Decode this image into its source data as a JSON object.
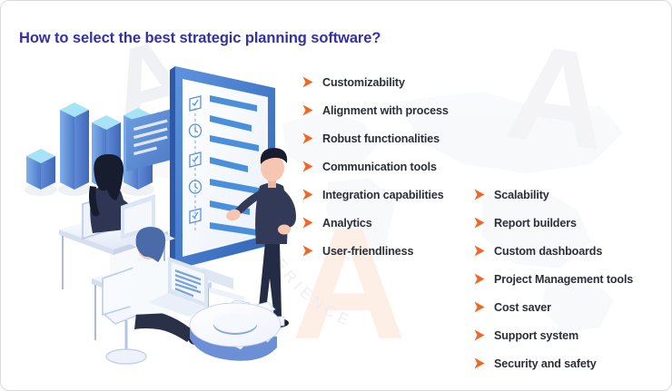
{
  "card": {
    "border_color": "#d9d9d9",
    "background_color": "#ffffff"
  },
  "header": {
    "title": "How to select the best strategic planning software?",
    "title_color": "#3330a8"
  },
  "watermark": {
    "letters": [
      "A",
      "A",
      "A"
    ],
    "curved_text": "EXPERIENCE",
    "map_texture": "world-map"
  },
  "bullet": {
    "icon_name": "orange-play-arrow-icon",
    "color": "#f26522"
  },
  "lists": {
    "primary": {
      "items": [
        {
          "label": "Customizability"
        },
        {
          "label": "Alignment with process"
        },
        {
          "label": "Robust functionalities"
        },
        {
          "label": "Communication tools"
        },
        {
          "label": "Integration capabilities"
        },
        {
          "label": "Analytics"
        },
        {
          "label": "User-friendliness"
        }
      ]
    },
    "secondary": {
      "items": [
        {
          "label": "Scalability"
        },
        {
          "label": "Report builders"
        },
        {
          "label": "Custom dashboards"
        },
        {
          "label": "Project Management tools"
        },
        {
          "label": "Cost saver"
        },
        {
          "label": "Support system"
        },
        {
          "label": "Security and safety"
        }
      ]
    }
  },
  "illustration": {
    "name": "isometric-team-planning-illustration",
    "elements": [
      "bar-chart",
      "document-card",
      "presentation-screen",
      "checklist-icons",
      "standing-presenter",
      "seated-woman",
      "seated-man",
      "desks",
      "laptops",
      "office-chair",
      "gear"
    ],
    "colors": {
      "screen_frame": "#3f7fd0",
      "screen_face": "#f7fafd",
      "line_blue": "#4a8fdb",
      "bar_top": "#9fe0f5",
      "bar_body": "#5b8fd4",
      "person_dark": "#2b3049",
      "skin": "#f7c6b0",
      "desk": "#eef3fa",
      "gear_top": "#fbfcfe",
      "gear_side": "#6d8fd6"
    }
  }
}
